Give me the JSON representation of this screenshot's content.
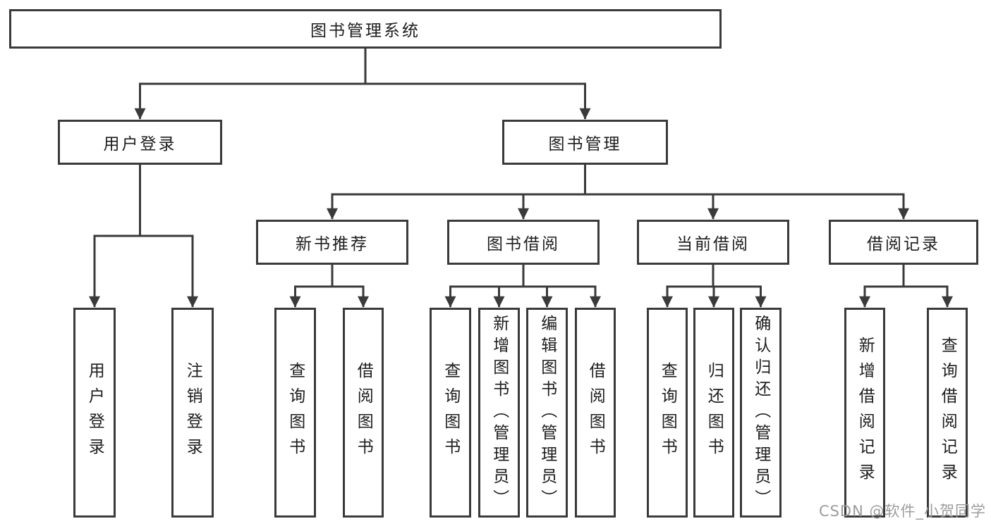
{
  "tree": {
    "label": "图书管理系统",
    "children": [
      {
        "label": "用户登录",
        "children": [
          {
            "label": "用户登录"
          },
          {
            "label": "注销登录"
          }
        ]
      },
      {
        "label": "图书管理",
        "children": [
          {
            "label": "新书推荐",
            "children": [
              {
                "label": "查询图书"
              },
              {
                "label": "借阅图书"
              }
            ]
          },
          {
            "label": "图书借阅",
            "children": [
              {
                "label": "查询图书"
              },
              {
                "label": "新增图书（管理员）"
              },
              {
                "label": "编辑图书（管理员）"
              },
              {
                "label": "借阅图书"
              }
            ]
          },
          {
            "label": "当前借阅",
            "children": [
              {
                "label": "查询图书"
              },
              {
                "label": "归还图书"
              },
              {
                "label": "确认归还（管理员）"
              }
            ]
          },
          {
            "label": "借阅记录",
            "children": [
              {
                "label": "新增借阅记录"
              },
              {
                "label": "查询借阅记录"
              }
            ]
          }
        ]
      }
    ]
  },
  "watermark": "CSDN @软件_小贺同学",
  "colors": {
    "line": "#3a3a3a",
    "text": "#1d1d1d",
    "watermark": "#9c9c9c",
    "background": "#ffffff"
  }
}
